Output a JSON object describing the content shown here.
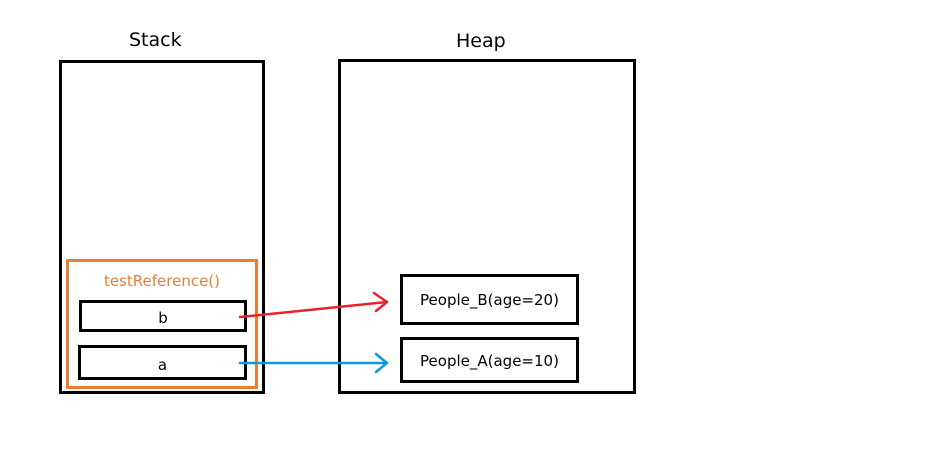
{
  "stack": {
    "title": "Stack",
    "frame": {
      "label": "testReference()",
      "vars": [
        "b",
        "a"
      ]
    }
  },
  "heap": {
    "title": "Heap",
    "objects": [
      "People_B(age=20)",
      "People_A(age=10)"
    ]
  },
  "references": [
    {
      "from": "b",
      "to": "People_B(age=20)",
      "color": "#E8212F"
    },
    {
      "from": "a",
      "to": "People_A(age=10)",
      "color": "#0B9BDB"
    }
  ],
  "colors": {
    "frame": "#ED7D31",
    "outline": "#000000"
  }
}
